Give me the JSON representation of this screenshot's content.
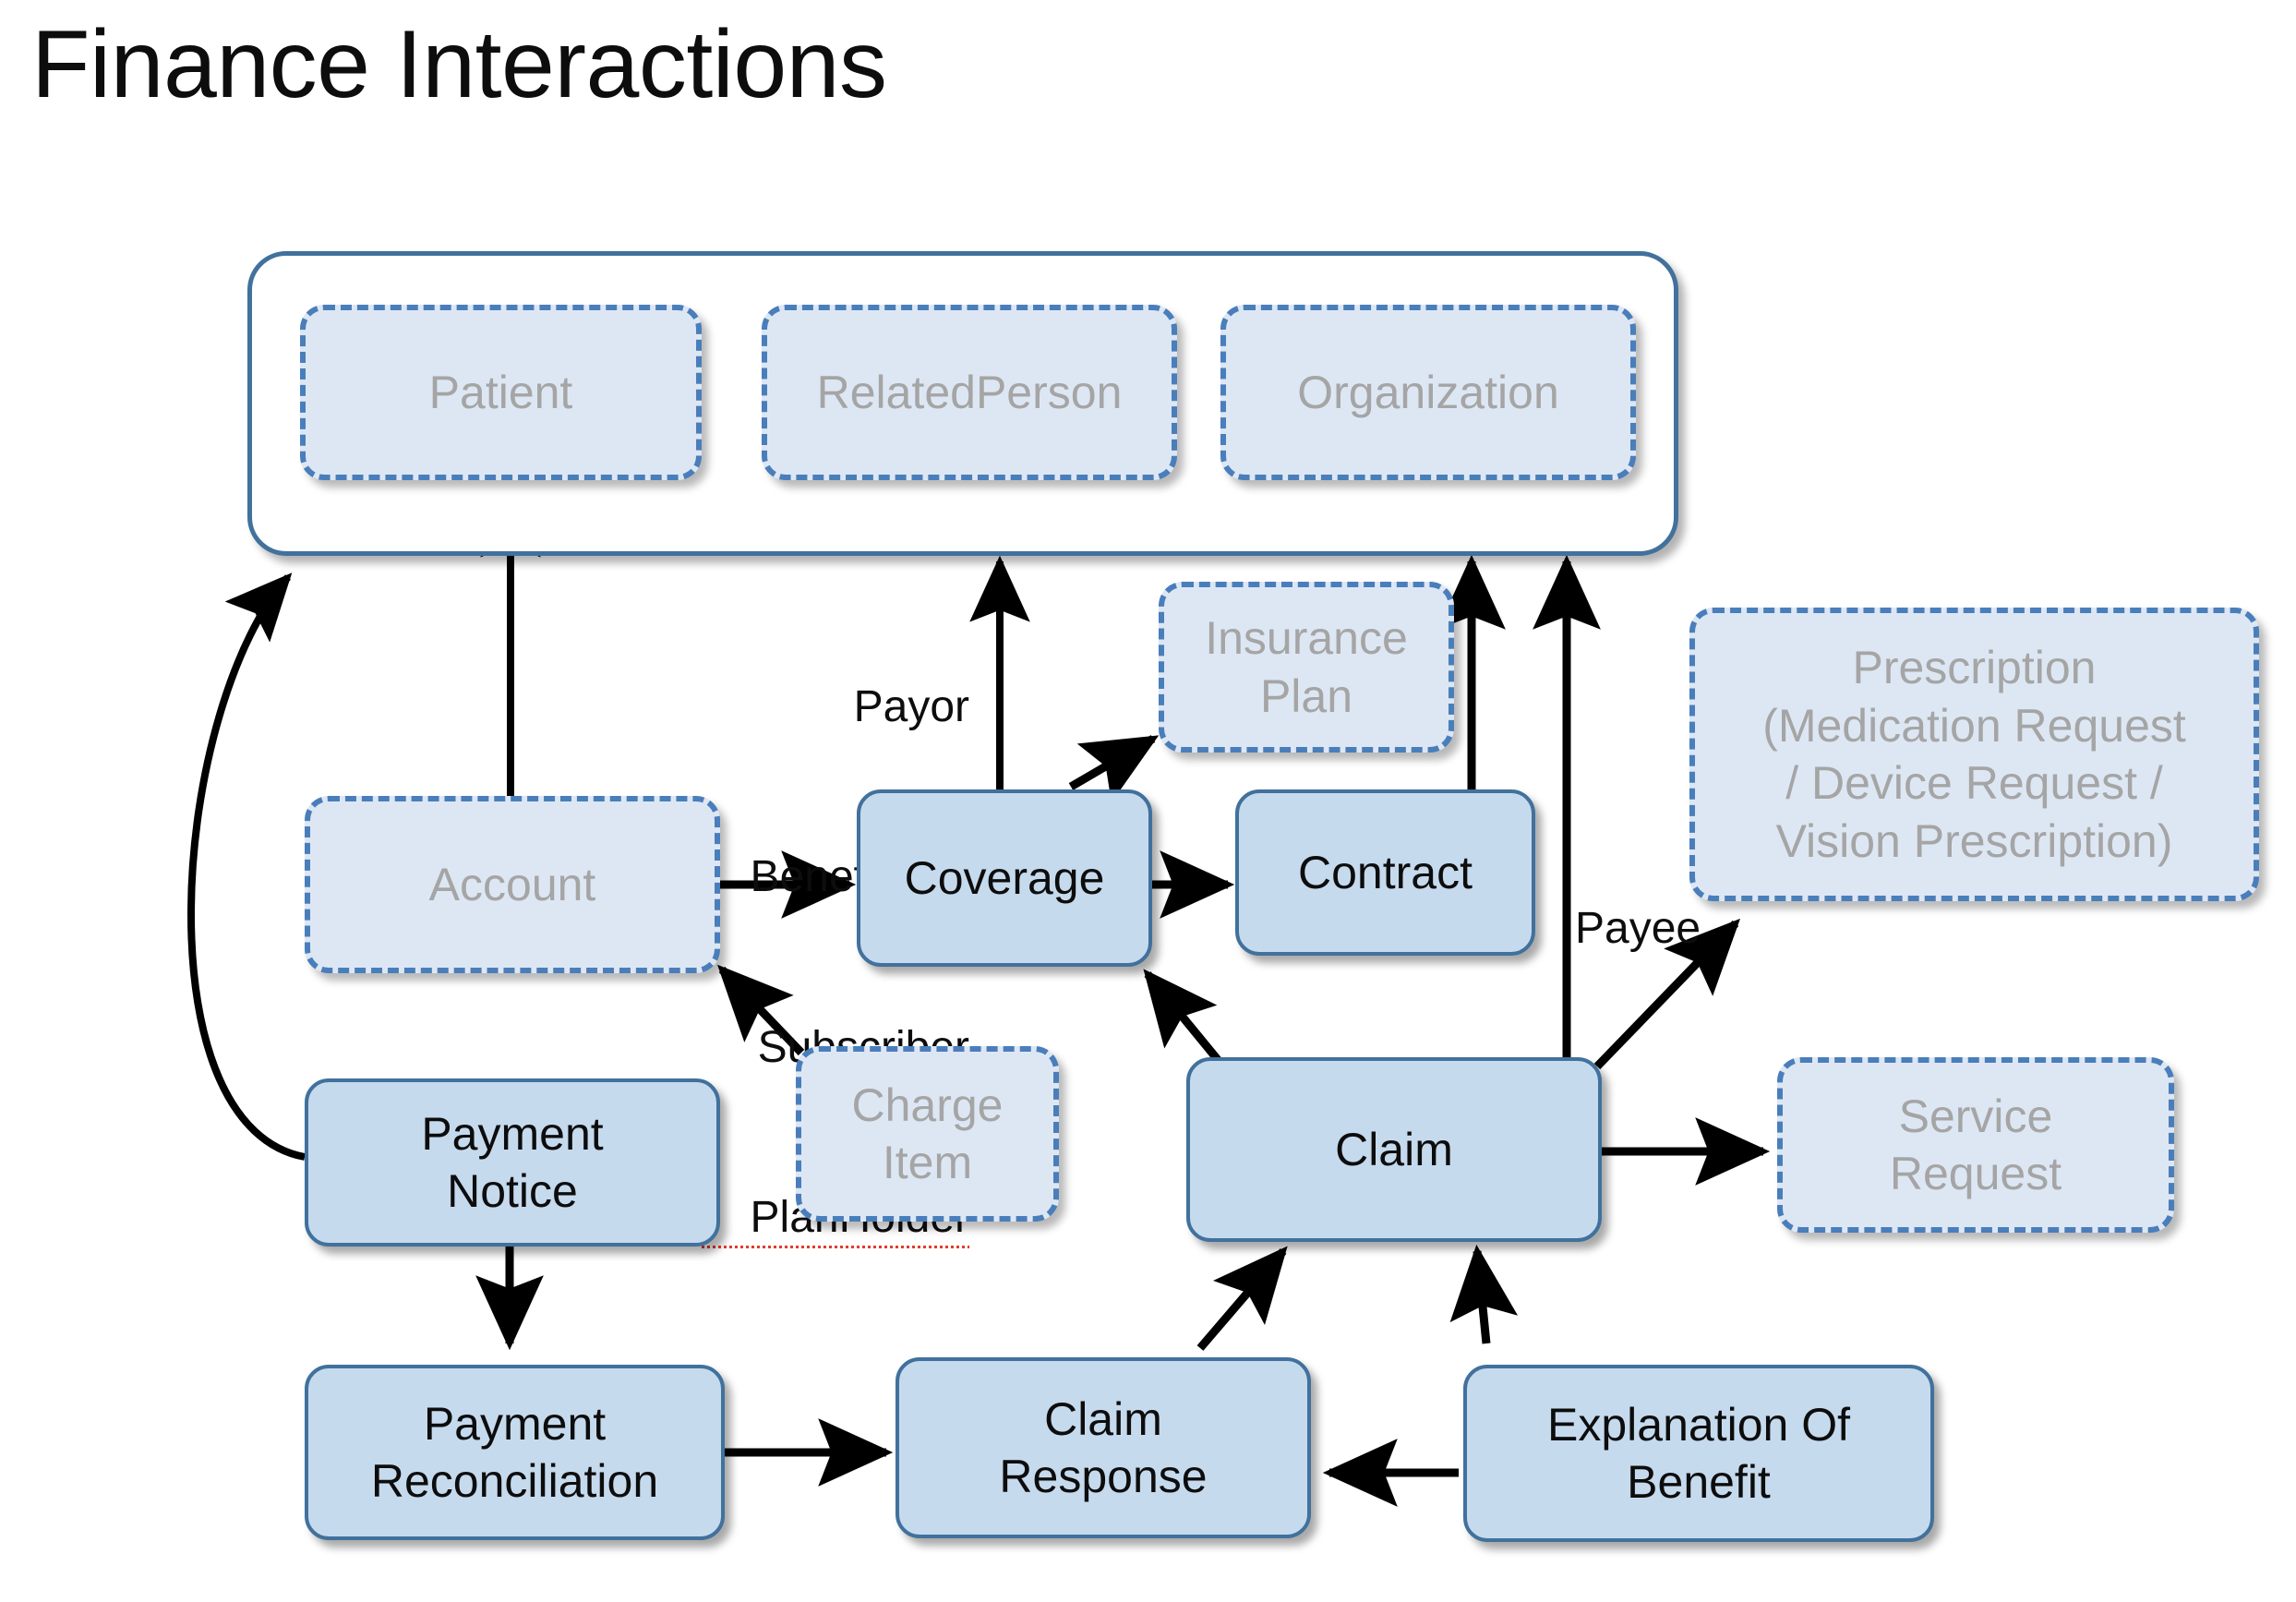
{
  "page": {
    "title": "Finance Interactions",
    "background_color": "#ffffff"
  },
  "palette": {
    "solid_fill": "#c6daee",
    "solid_border": "#41719c",
    "dashed_fill": "#dde7f4",
    "dashed_border": "#4a7ebb",
    "solid_text": "#0d0d0d",
    "dashed_text": "#a5a5a5",
    "arrow_color": "#000000",
    "group_border": "#41719c"
  },
  "actor_group": {
    "name": "actor-group",
    "style": "solid-rounded-container",
    "members": [
      {
        "id": "patient",
        "label": "Patient",
        "style": "dashed"
      },
      {
        "id": "related-person",
        "label": "RelatedPerson",
        "style": "dashed"
      },
      {
        "id": "organization",
        "label": "Organization",
        "style": "dashed"
      }
    ]
  },
  "nodes": [
    {
      "id": "account",
      "label": "Account",
      "style": "dashed"
    },
    {
      "id": "coverage",
      "label": "Coverage",
      "style": "solid"
    },
    {
      "id": "contract",
      "label": "Contract",
      "style": "solid"
    },
    {
      "id": "insurance-plan",
      "label": "Insurance\nPlan",
      "style": "dashed"
    },
    {
      "id": "prescription",
      "label": "Prescription\n(Medication Request\n/ Device Request /\nVision Prescription)",
      "style": "dashed"
    },
    {
      "id": "charge-item",
      "label": "Charge\nItem",
      "style": "dashed"
    },
    {
      "id": "claim",
      "label": "Claim",
      "style": "solid"
    },
    {
      "id": "service-request",
      "label": "Service\nRequest",
      "style": "dashed"
    },
    {
      "id": "payment-notice",
      "label": "Payment\nNotice",
      "style": "solid"
    },
    {
      "id": "payment-reconciliation",
      "label": "Payment\nReconciliation",
      "style": "solid"
    },
    {
      "id": "claim-response",
      "label": "Claim\nResponse",
      "style": "solid"
    },
    {
      "id": "explanation-of-benefit",
      "label": "Explanation Of\nBenefit",
      "style": "solid"
    }
  ],
  "edge_labels": {
    "coverage_to_actors": "Payor\nBeneficiary\nSubscriber\nPlanHolder",
    "coverage_to_actors_lines": [
      "Payor",
      "Beneficiary",
      "Subscriber",
      "PlanHolder"
    ],
    "claim_to_prescription": "Payee"
  },
  "edges": [
    {
      "from": "account",
      "to": "patient",
      "label": ""
    },
    {
      "from": "coverage",
      "to": "actor-group",
      "label": "Payor / Beneficiary / Subscriber / PlanHolder"
    },
    {
      "from": "account",
      "to": "coverage",
      "label": ""
    },
    {
      "from": "coverage",
      "to": "contract",
      "label": ""
    },
    {
      "from": "coverage",
      "to": "insurance-plan",
      "label": ""
    },
    {
      "from": "contract",
      "to": "actor-group",
      "label": ""
    },
    {
      "from": "claim",
      "to": "actor-group",
      "label": ""
    },
    {
      "from": "claim",
      "to": "prescription",
      "label": "Payee"
    },
    {
      "from": "claim",
      "to": "service-request",
      "label": ""
    },
    {
      "from": "claim",
      "to": "coverage",
      "label": ""
    },
    {
      "from": "charge-item",
      "to": "account",
      "label": ""
    },
    {
      "from": "payment-notice",
      "to": "actor-group",
      "label": ""
    },
    {
      "from": "payment-notice",
      "to": "payment-reconciliation",
      "label": ""
    },
    {
      "from": "payment-reconciliation",
      "to": "claim-response",
      "label": ""
    },
    {
      "from": "claim-response",
      "to": "claim",
      "label": ""
    },
    {
      "from": "explanation-of-benefit",
      "to": "claim-response",
      "label": ""
    },
    {
      "from": "explanation-of-benefit",
      "to": "claim",
      "label": ""
    }
  ]
}
